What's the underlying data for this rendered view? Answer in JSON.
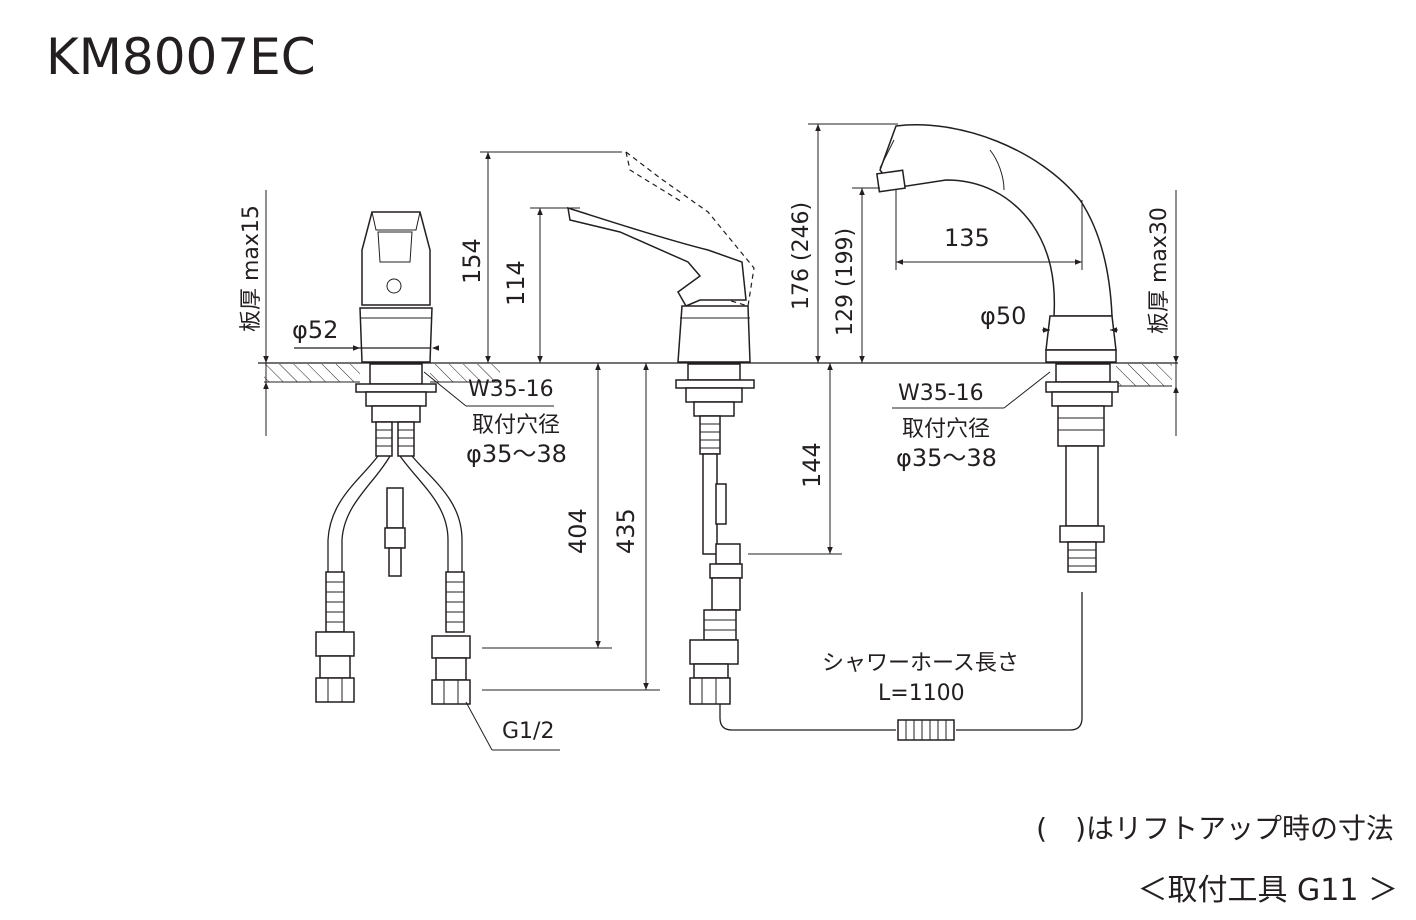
{
  "title": "KM8007EC",
  "dimensions": {
    "phi52": "φ52",
    "plate_left": "板厚 max15",
    "plate_right": "板厚 max30",
    "d154": "154",
    "d114": "114",
    "d176": "176 (246)",
    "d129": "129 (199)",
    "d135": "135",
    "phi50": "φ50",
    "d404": "404",
    "d435": "435",
    "d144": "144"
  },
  "labels": {
    "w35_left": "W35-16",
    "hole_left_1": "取付穴径",
    "hole_left_2": "φ35～38",
    "w35_right": "W35-16",
    "hole_right_1": "取付穴径",
    "hole_right_2": "φ35～38",
    "g12": "G1/2",
    "hose_1": "シャワーホース長さ",
    "hose_2": "L=1100"
  },
  "footer": {
    "note": "(　)はリフトアップ時の寸法",
    "tool": "＜取付工具 G11 ＞"
  }
}
